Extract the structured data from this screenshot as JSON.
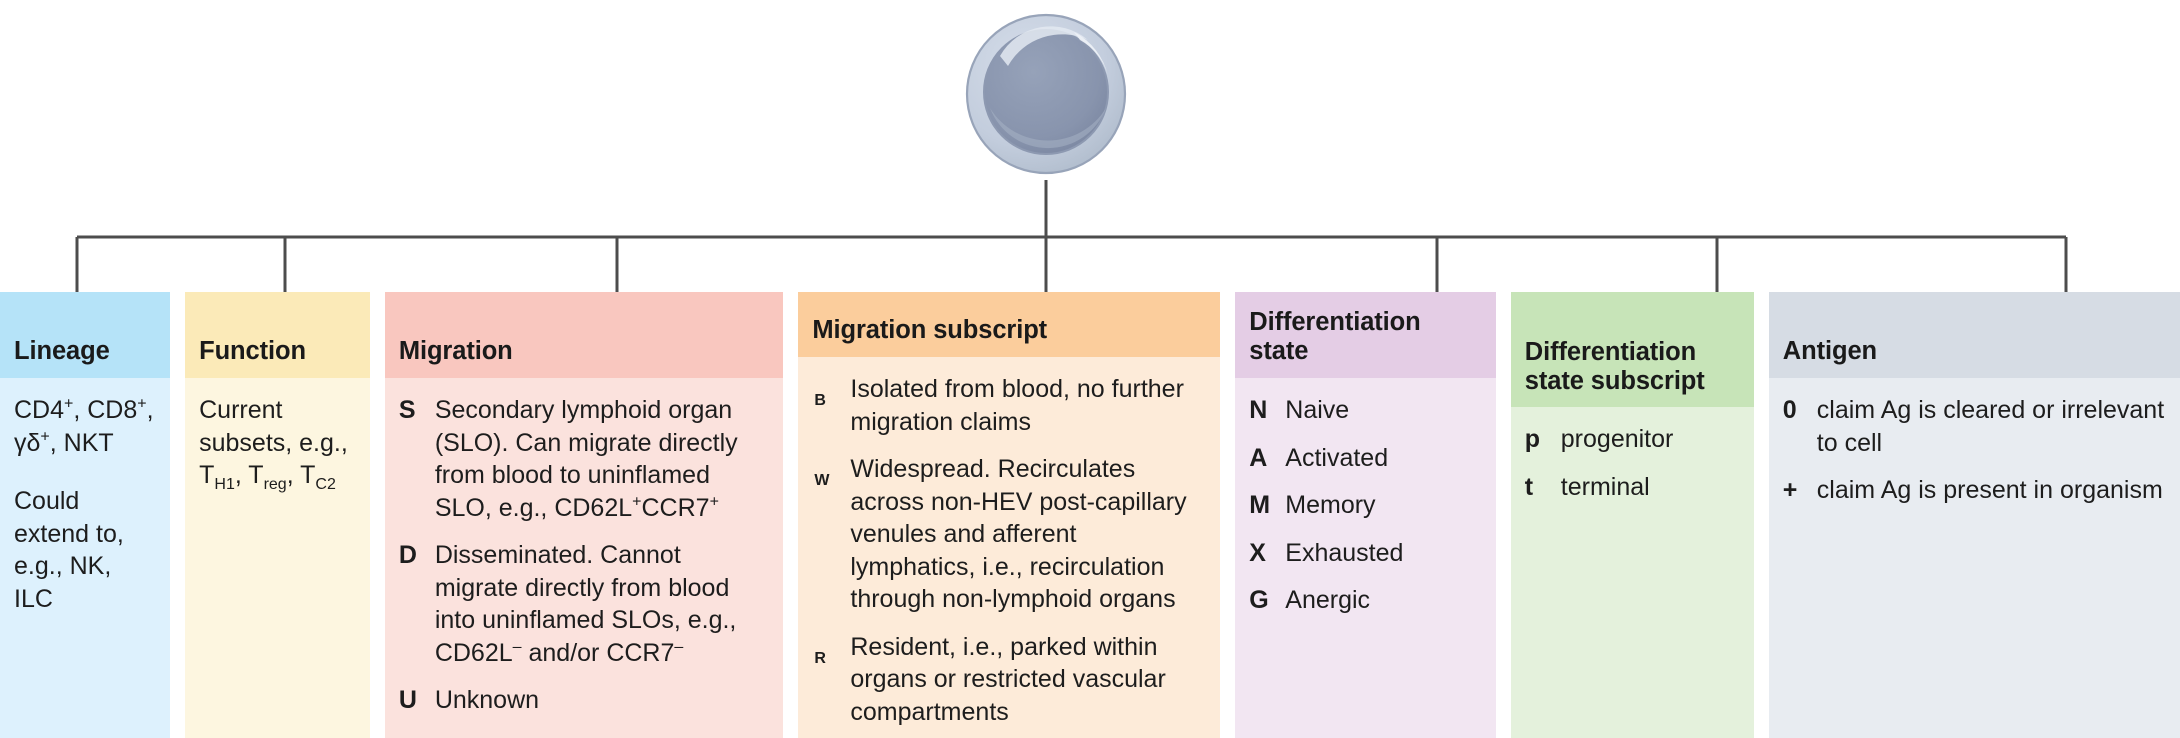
{
  "figure": {
    "cell_icon": "lymphocyte-cell",
    "cell_colors": {
      "membrane": "#c3cddd",
      "membrane_edge": "#97a3b8",
      "nucleus": "#8894ad",
      "highlight": "#dfe5ee"
    },
    "connector_color": "#4d4d4d"
  },
  "columns": [
    {
      "id": "lineage",
      "title": "Lineage",
      "header_color": "#b5e3f8",
      "body_color": "#ddf1fd",
      "paragraphs": [
        "CD4+, CD8+, γδ+, NKT",
        "Could extend to, e.g., NK, ILC"
      ],
      "entries": []
    },
    {
      "id": "function",
      "title": "Function",
      "header_color": "#fbeab8",
      "body_color": "#fdf6e0",
      "paragraphs": [
        "Current subsets, e.g., TH1, Treg, TC2"
      ],
      "entries": []
    },
    {
      "id": "migration",
      "title": "Migration",
      "header_color": "#f9c7bf",
      "body_color": "#fbe2dd",
      "paragraphs": [],
      "entries": [
        {
          "key": "S",
          "key_style": "bold",
          "text": "Secondary lymphoid organ (SLO). Can migrate directly from blood to uninflamed SLO, e.g., CD62L+CCR7+"
        },
        {
          "key": "D",
          "key_style": "bold",
          "text": "Disseminated. Cannot migrate directly from blood into uninflamed SLOs, e.g., CD62L- and/or CCR7-"
        },
        {
          "key": "U",
          "key_style": "bold",
          "text": "Unknown"
        }
      ]
    },
    {
      "id": "migration-subscript",
      "title": "Migration subscript",
      "header_color": "#fbcd9c",
      "body_color": "#fdebd9",
      "paragraphs": [],
      "entries": [
        {
          "key": "B",
          "key_style": "subscript",
          "text": "Isolated from blood, no further migration claims"
        },
        {
          "key": "W",
          "key_style": "subscript",
          "text": "Widespread. Recirculates across non-HEV post-capillary venules and afferent lymphatics, i.e., recirculation through non-lymphoid organs"
        },
        {
          "key": "R",
          "key_style": "subscript",
          "text": "Resident, i.e., parked within organs or restricted vascular compartments"
        }
      ]
    },
    {
      "id": "differentiation-state",
      "title": "Differentiation state",
      "header_color": "#e4cde5",
      "body_color": "#f2e6f2",
      "paragraphs": [],
      "entries": [
        {
          "key": "N",
          "key_style": "bold",
          "text": "Naive"
        },
        {
          "key": "A",
          "key_style": "bold",
          "text": "Activated"
        },
        {
          "key": "M",
          "key_style": "bold",
          "text": "Memory"
        },
        {
          "key": "X",
          "key_style": "bold",
          "text": "Exhausted"
        },
        {
          "key": "G",
          "key_style": "bold",
          "text": "Anergic"
        }
      ]
    },
    {
      "id": "differentiation-state-subscript",
      "title": "Differentiation state subscript",
      "title_line1": "Differentiation",
      "title_line2": "state subscript",
      "header_color": "#c7e4b8",
      "body_color": "#e4f1dc",
      "paragraphs": [],
      "entries": [
        {
          "key": "p",
          "key_style": "bold",
          "text": "progenitor"
        },
        {
          "key": "t",
          "key_style": "bold",
          "text": "terminal"
        }
      ]
    },
    {
      "id": "antigen",
      "title": "Antigen",
      "header_color": "#d6dce4",
      "body_color": "#e8ecf1",
      "paragraphs": [],
      "entries": [
        {
          "key": "0",
          "key_style": "bold",
          "text": "claim Ag is cleared or irrelevant to cell"
        },
        {
          "key": "+",
          "key_style": "bold",
          "text": "claim Ag is present in organism"
        }
      ]
    }
  ]
}
